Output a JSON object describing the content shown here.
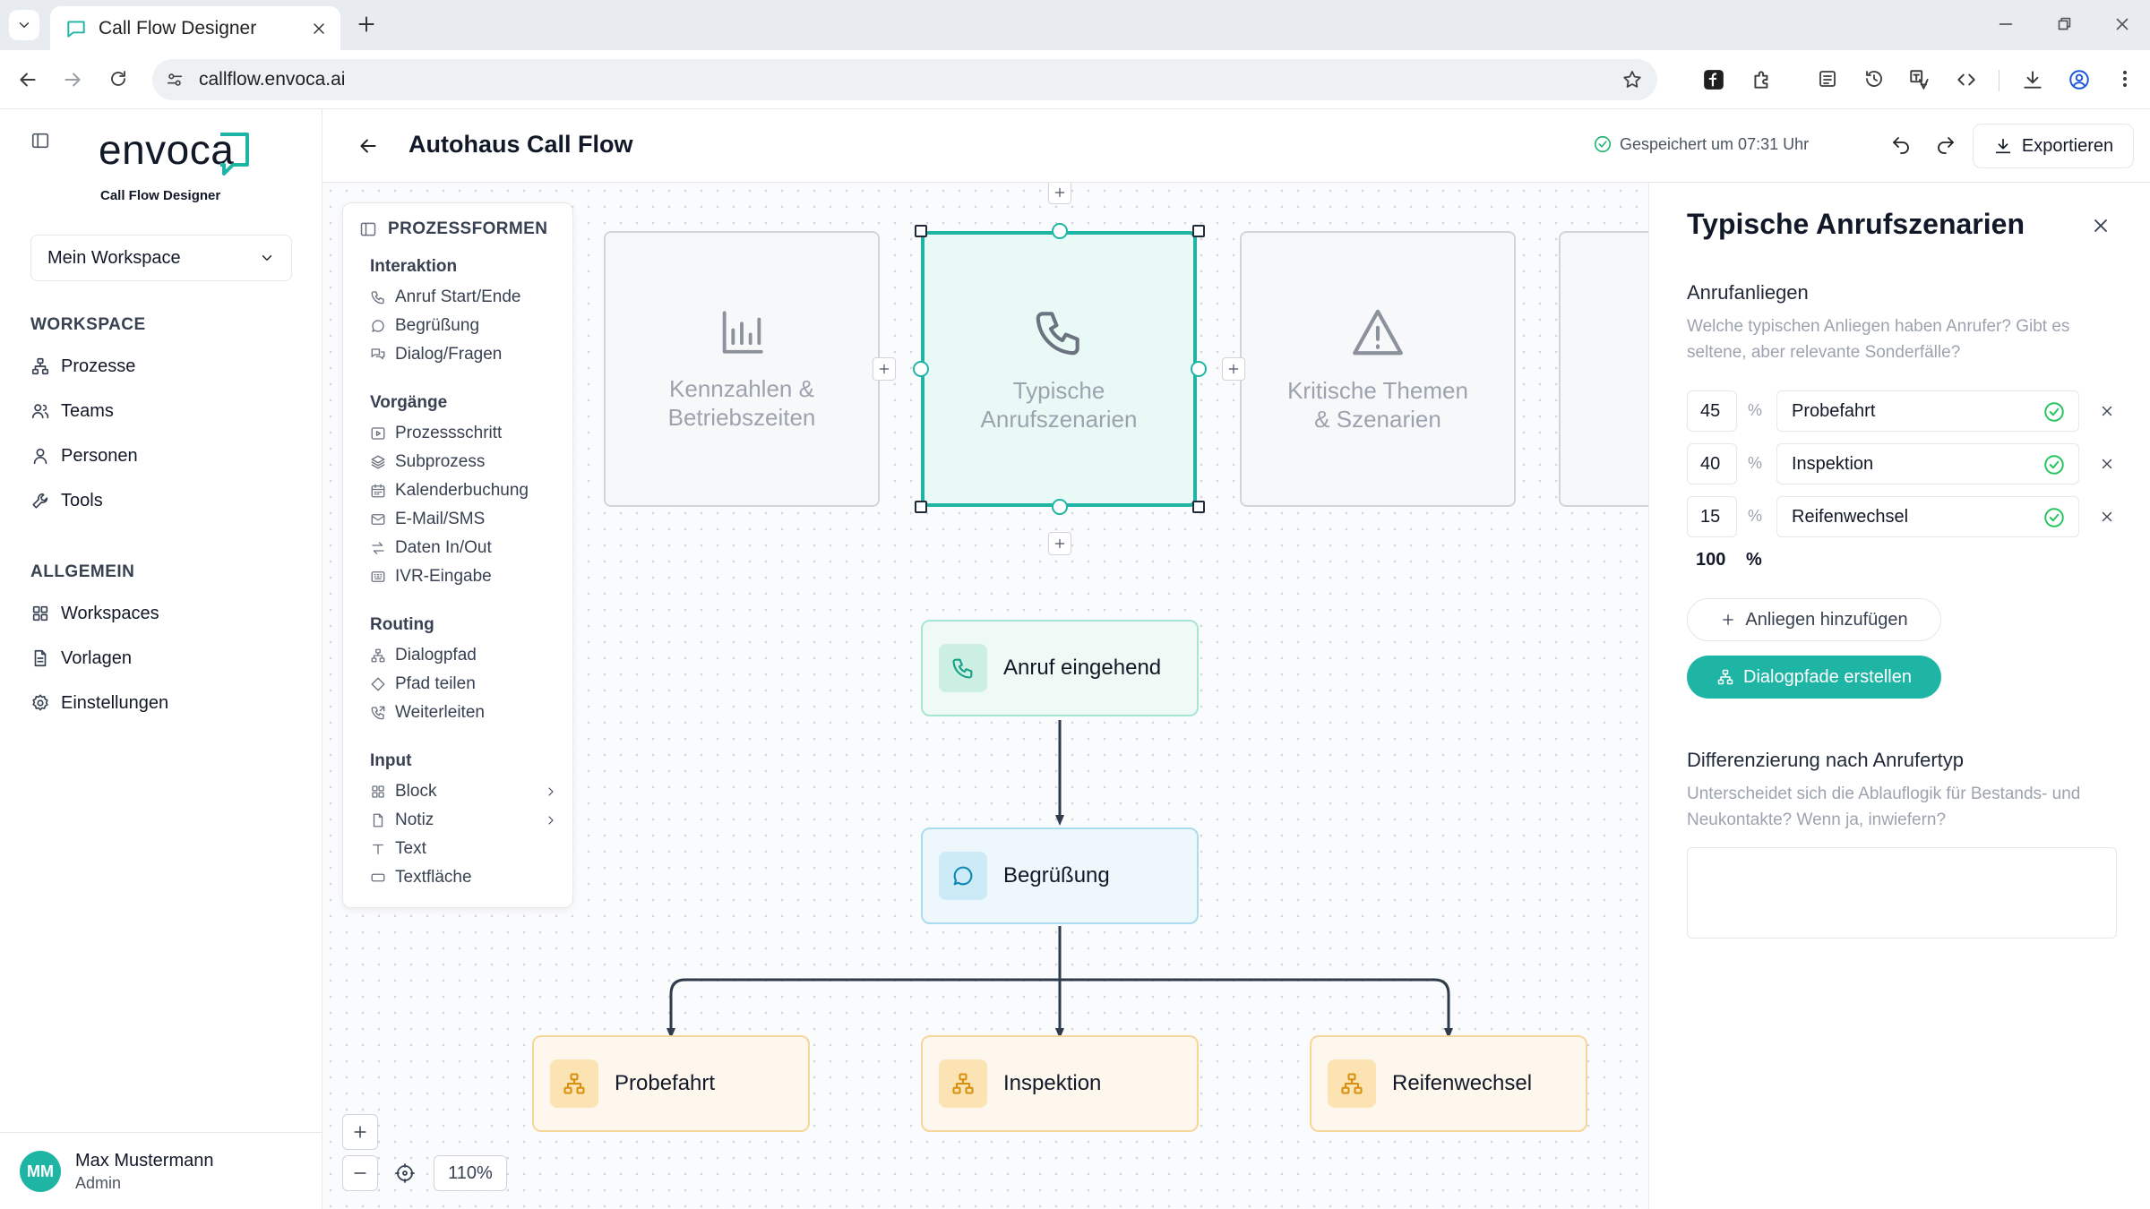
{
  "browser": {
    "tab_title": "Call Flow Designer",
    "url": "callflow.envoca.ai"
  },
  "sidebar": {
    "logo_word": "envoca",
    "logo_sub": "Call Flow Designer",
    "workspace_select": "Mein Workspace",
    "section_workspace": "WORKSPACE",
    "workspace_items": [
      {
        "label": "Prozesse",
        "icon": "sitemap-icon"
      },
      {
        "label": "Teams",
        "icon": "users-icon"
      },
      {
        "label": "Personen",
        "icon": "user-icon"
      },
      {
        "label": "Tools",
        "icon": "wrench-icon"
      }
    ],
    "section_general": "ALLGEMEIN",
    "general_items": [
      {
        "label": "Workspaces",
        "icon": "grid-icon"
      },
      {
        "label": "Vorlagen",
        "icon": "file-icon"
      },
      {
        "label": "Einstellungen",
        "icon": "gear-icon"
      }
    ],
    "user": {
      "initials": "MM",
      "name": "Max Mustermann",
      "role": "Admin"
    }
  },
  "header": {
    "title": "Autohaus Call Flow",
    "saved_status": "Gespeichert um 07:31 Uhr",
    "export_label": "Exportieren"
  },
  "palette": {
    "title": "PROZESSFORMEN",
    "groups": [
      {
        "label": "Interaktion",
        "items": [
          "Anruf Start/Ende",
          "Begrüßung",
          "Dialog/Fragen"
        ]
      },
      {
        "label": "Vorgänge",
        "items": [
          "Prozessschritt",
          "Subprozess",
          "Kalenderbuchung",
          "E-Mail/SMS",
          "Daten In/Out",
          "IVR-Eingabe"
        ]
      },
      {
        "label": "Routing",
        "items": [
          "Dialogpfad",
          "Pfad teilen",
          "Weiterleiten"
        ]
      },
      {
        "label": "Input",
        "items": [
          "Block",
          "Notiz",
          "Text",
          "Textfläche"
        ]
      }
    ]
  },
  "canvas": {
    "cards": [
      {
        "label_1": "Kennzahlen &",
        "label_2": "Betriebszeiten",
        "icon": "bar-chart-icon"
      },
      {
        "label_1": "Typische",
        "label_2": "Anrufszenarien",
        "icon": "phone-icon"
      },
      {
        "label_1": "Kritische Themen",
        "label_2": "& Szenarien",
        "icon": "warning-icon"
      }
    ],
    "nodes": {
      "start": "Anruf eingehend",
      "greeting": "Begrüßung",
      "branches": [
        "Probefahrt",
        "Inspektion",
        "Reifenwechsel"
      ]
    },
    "zoom": "110%"
  },
  "panel": {
    "title": "Typische Anrufszenarien",
    "section1_title": "Anrufanliegen",
    "section1_help": "Welche typischen Anliegen haben Anrufer? Gibt es seltene, aber relevante Sonderfälle?",
    "reasons": [
      {
        "percent": "45",
        "label": "Probefahrt"
      },
      {
        "percent": "40",
        "label": "Inspektion"
      },
      {
        "percent": "15",
        "label": "Reifenwechsel"
      }
    ],
    "percent_sign": "%",
    "total": "100",
    "add_label": "Anliegen hinzufügen",
    "create_label": "Dialogpfade erstellen",
    "section2_title": "Differenzierung nach Anrufertyp",
    "section2_help": "Unterscheidet sich die Ablauflogik für Bestands- und Neukontakte? Wenn ja, inwiefern?",
    "textarea_value": ""
  },
  "colors": {
    "accent": "#1fb5a5",
    "start_node": "#effaf6",
    "greeting_node": "#eef7fc",
    "branch_node": "#fdf7ed"
  }
}
